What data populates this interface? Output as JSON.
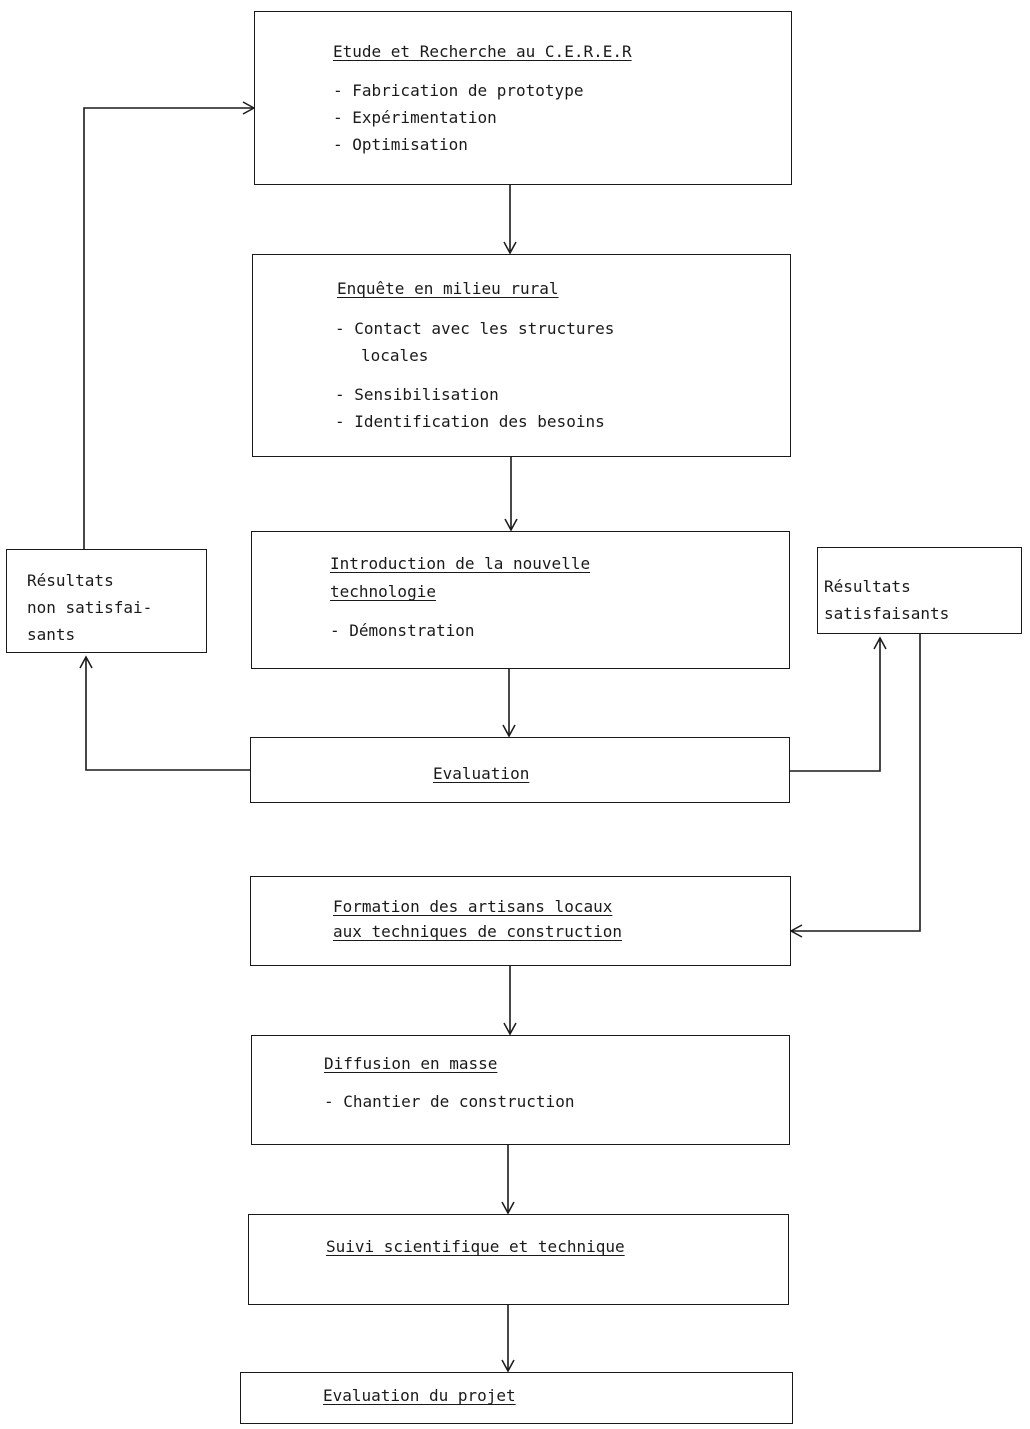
{
  "diagram": {
    "steps": {
      "etude": {
        "title": "Etude et Recherche au C.E.R.E.R",
        "items": [
          "- Fabrication de prototype",
          "- Expérimentation",
          "- Optimisation"
        ]
      },
      "enquete": {
        "title": "Enquête en milieu rural",
        "items": [
          "- Contact avec les structures",
          "locales",
          "- Sensibilisation",
          "- Identification des besoins"
        ]
      },
      "introduction": {
        "title_lines": [
          "Introduction de la nouvelle",
          "technologie"
        ],
        "items": [
          "- Démonstration"
        ]
      },
      "evaluation": {
        "title": "Evaluation"
      },
      "formation": {
        "title_lines": [
          "Formation des artisans locaux",
          "aux techniques de construction"
        ]
      },
      "diffusion": {
        "title": "Diffusion en masse",
        "items": [
          "- Chantier de construction"
        ]
      },
      "suivi": {
        "title": "Suivi scientifique et technique"
      },
      "evaluation_projet": {
        "title": "Evaluation du projet"
      }
    },
    "results": {
      "non_satisfaisants": {
        "lines": [
          "Résultats",
          "non satisfai-",
          "sants"
        ]
      },
      "satisfaisants": {
        "lines": [
          "Résultats",
          "satisfaisants"
        ]
      }
    }
  }
}
